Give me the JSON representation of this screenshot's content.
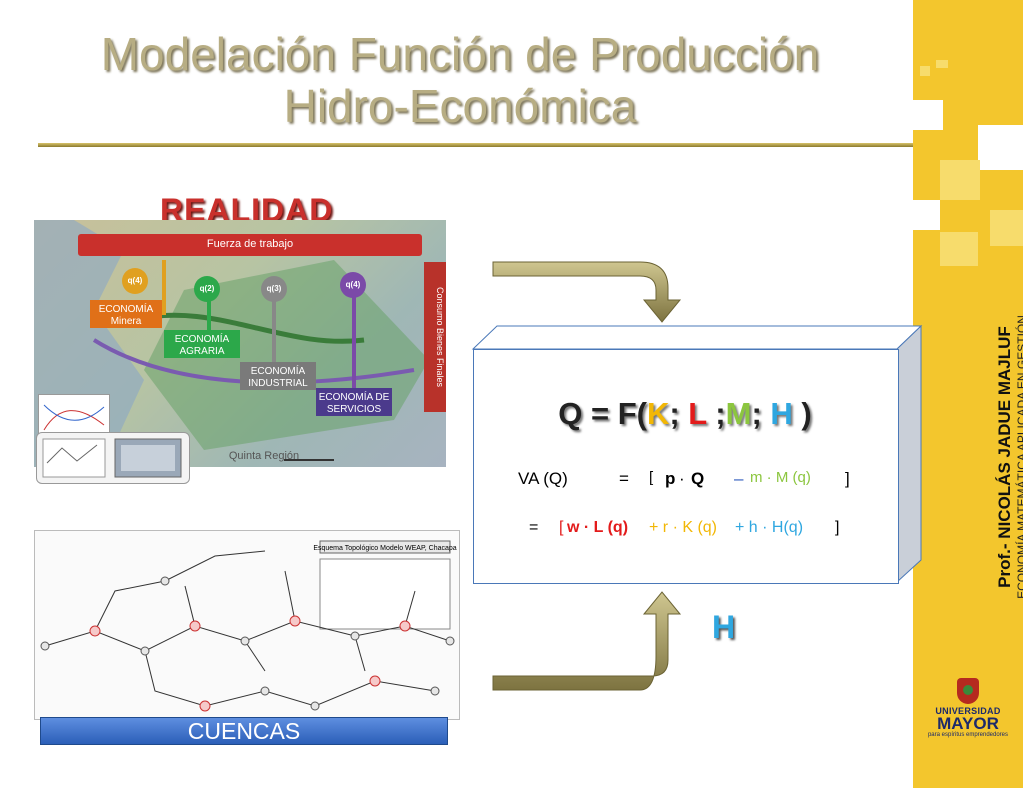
{
  "title": {
    "line1": "Modelación Función de Producción",
    "line2": "Hidro-Económica"
  },
  "realidad": {
    "label": "REALIDAD",
    "diagram": {
      "banner": "Fuerza de trabajo",
      "side_label": "Consumo Bienes Finales",
      "nodes": [
        "q(4)",
        "q(2)",
        "q(3)",
        "q(4)"
      ],
      "boxes": [
        "ECONOMÍA Minera",
        "ECONOMÍA AGRARIA",
        "ECONOMÍA INDUSTRIAL",
        "ECONOMÍA DE SERVICIOS"
      ],
      "region_label": "Quinta Región"
    }
  },
  "cuencas": {
    "label": "CUENCAS",
    "legend_title": "Esquema Topológico Modelo WEAP, Chacapa"
  },
  "equations": {
    "q_prefix": "Q = F(",
    "k": "K",
    "sep1": "; ",
    "l": "L",
    "sep2": " ;",
    "m": "M",
    "sep3": "; ",
    "h": "H",
    "close": " )",
    "va_left": "VA (Q)",
    "va_eq": "=",
    "va_open": "[",
    "va_p": "p",
    "va_dot": "·",
    "va_q": "Q",
    "va_minus": "–",
    "va_m": "m · M (q)",
    "va_close": "]",
    "cost_eq": "=",
    "cost_open": "[",
    "cost_w": "w · L (q)",
    "cost_plus1": "+ r · K (q)",
    "cost_plus2": "+ h · H(q)",
    "cost_close": "]"
  },
  "h_label": "H",
  "sidebar": {
    "prof_name": "Prof.- NICOLÁS JADUE MAJLUF",
    "prof_sub": "ECONOMÍA MATEMÁTICA APLICADA EN GESTIÓN",
    "univ_small": "UNIVERSIDAD",
    "univ_big": "MAYOR",
    "univ_tag": "para espíritus emprendedores"
  },
  "colors": {
    "title": "#b7ad83",
    "k": "#f2b705",
    "l": "#e31b1b",
    "m": "#8cc63f",
    "h": "#2fa7e0",
    "sidebar": "#f3c62d"
  }
}
